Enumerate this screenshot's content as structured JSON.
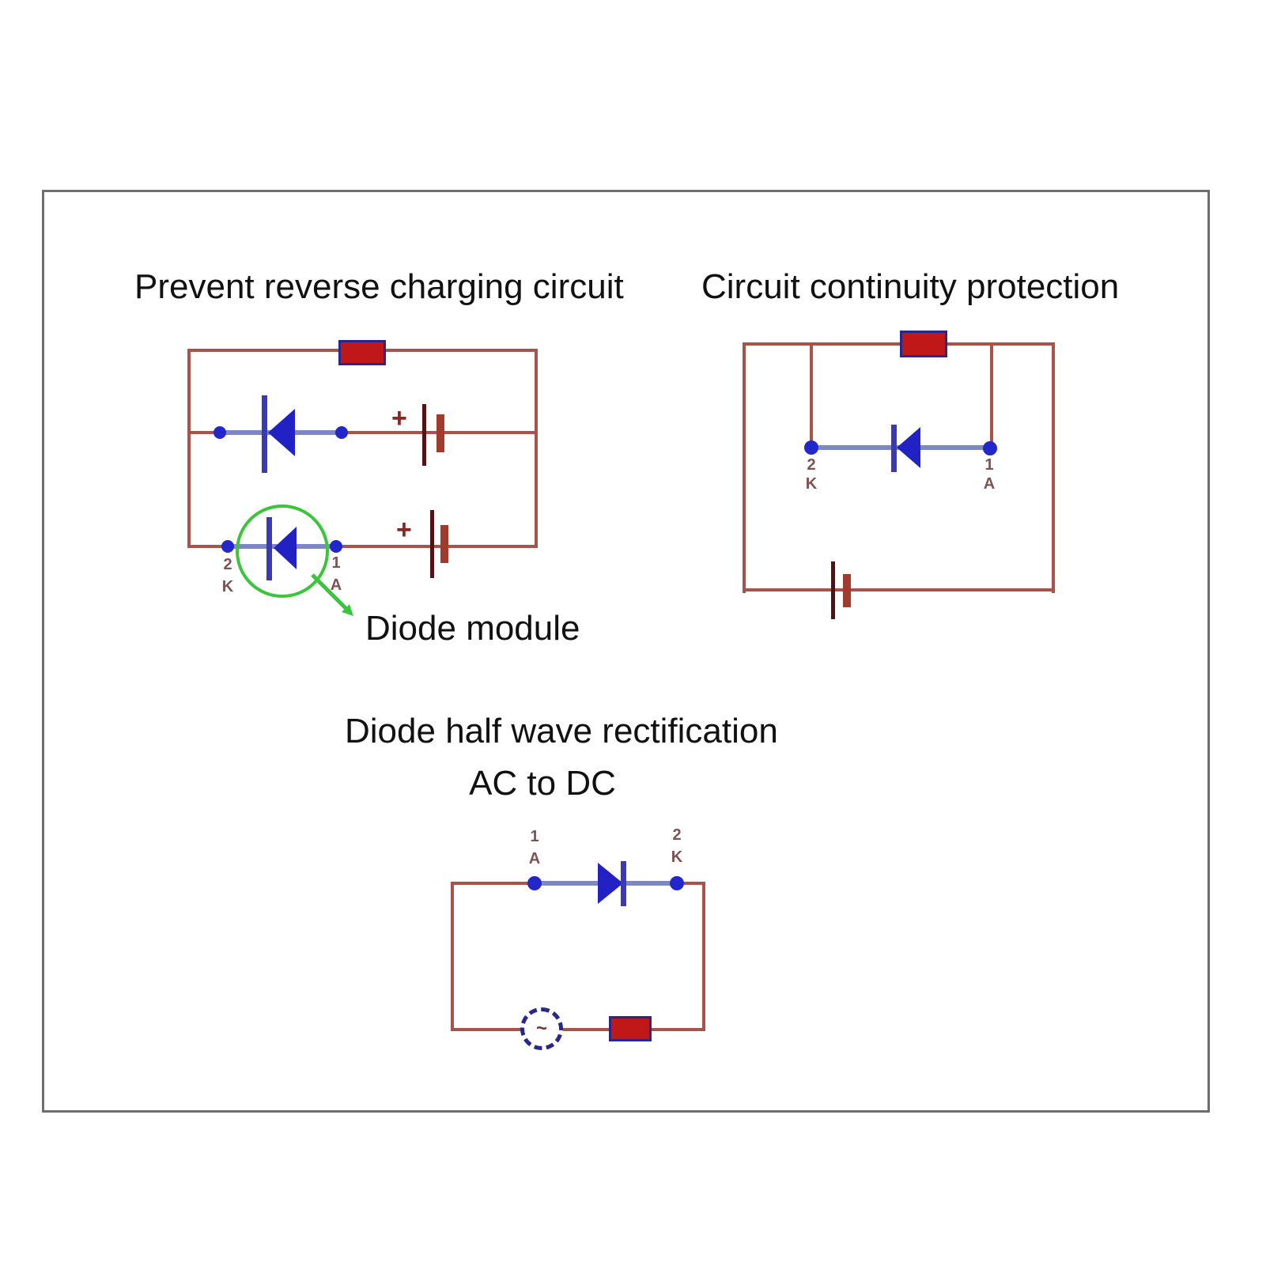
{
  "colors": {
    "bg": "#ffffff",
    "frame": "#6e6e6e",
    "title": "#111111",
    "wire": "#a8524a",
    "wireblue": "#7d87c3",
    "diode": "#2222c4",
    "dbar": "#3a3ab4",
    "dot": "#2326c8",
    "navy": "#28288c",
    "res": "#c01818",
    "platedark": "#551216",
    "platelight": "#a33a2e",
    "plus": "#8c2424",
    "pin": "#7c5252",
    "green": "#3cc43c",
    "tilde": "#7c3030"
  },
  "circuit1": {
    "title": "Prevent reverse charging circuit",
    "annotation": "Diode module",
    "battery_mid_plus": "+",
    "battery_bottom_plus": "+",
    "pins": {
      "left_num": "2",
      "left_letter": "K",
      "right_num": "1",
      "right_letter": "A"
    }
  },
  "circuit2": {
    "title": "Circuit continuity protection",
    "pins": {
      "left_num": "2",
      "left_letter": "K",
      "right_num": "1",
      "right_letter": "A"
    }
  },
  "circuit3": {
    "title": "Diode half wave rectification",
    "subtitle": "AC to DC",
    "ac_symbol": "~",
    "pins": {
      "left_num": "1",
      "left_letter": "A",
      "right_num": "2",
      "right_letter": "K"
    }
  }
}
